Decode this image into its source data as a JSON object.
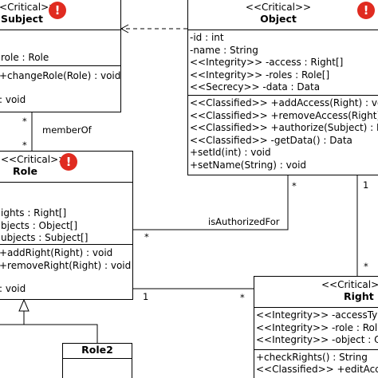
{
  "classes": {
    "subject": {
      "stereotype": "<<Critical>>",
      "name": "Subject",
      "attributes": [
        "role : Role"
      ],
      "operations": [
        "+changeRole(Role) : void",
        ": void"
      ]
    },
    "object": {
      "stereotype": "<<Critical>>",
      "name": "Object",
      "attributes": [
        "-id : int",
        "-name : String",
        "<<Integrity>> -access : Right[]",
        "<<Integrity>> -roles : Role[]",
        "<<Secrecy>> -data : Data"
      ],
      "operations": [
        "<<Classified>> +addAccess(Right) : vo",
        "<<Classified>> +removeAccess(Right) :",
        "<<Classified>> +authorize(Subject) : B",
        "<<Classified>> -getData() : Data",
        "+setId(int) : void",
        "+setName(String) : void"
      ]
    },
    "role": {
      "stereotype": "<<Critical>>",
      "name": "Role",
      "attributes": [
        "ights : Right[]",
        "bjects : Object[]",
        "ubjects : Subject[]"
      ],
      "operations": [
        "+addRight(Right) : void",
        "+removeRight(Right) : void",
        ": void"
      ]
    },
    "right": {
      "stereotype": "<<Critical>>",
      "name": "Right",
      "attributes": [
        "<<Integrity>> -accessTy",
        "<<Integrity>> -role : Rol",
        "<<Integrity>> -object : Ob"
      ],
      "operations": [
        "+checkRights() : String",
        "<<Classified>> +editAcce"
      ]
    },
    "role2": {
      "name": "Role2"
    }
  },
  "badge_symbol": "!",
  "badge_color": "#e02b20",
  "associations": {
    "memberOf": {
      "label": "memberOf",
      "mult_top": "*",
      "mult_bottom": "*"
    },
    "isAuthorizedFor": {
      "label": "isAuthorizedFor",
      "mult_object": "*",
      "mult_role": "*"
    },
    "role_right": {
      "mult_role": "1",
      "mult_right": "*"
    },
    "object_right": {
      "mult_object": "1",
      "mult_right": "*"
    }
  }
}
